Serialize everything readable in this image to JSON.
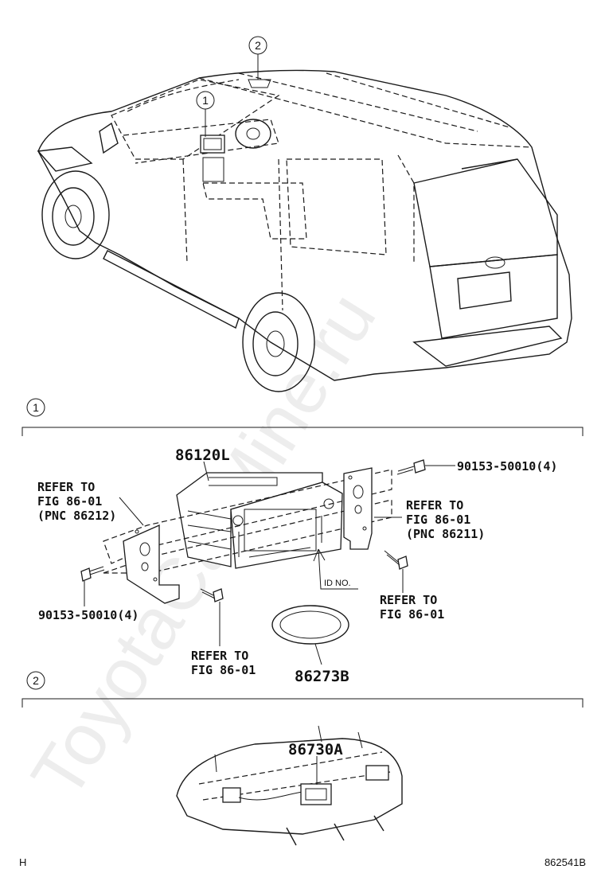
{
  "callouts": {
    "top_section_1": "1",
    "top_section_2": "2",
    "section_1": "1",
    "section_2": "2"
  },
  "section1": {
    "part_main": "86120L",
    "refer_left": [
      "REFER TO",
      "FIG 86-01",
      "(PNC 86212)"
    ],
    "refer_right": [
      "REFER TO",
      "FIG 86-01",
      "(PNC 86211)"
    ],
    "screw_right": "90153-50010(4)",
    "screw_left": "90153-50010(4)",
    "refer_bottom_right": [
      "REFER TO",
      "FIG 86-01"
    ],
    "refer_bottom_left": [
      "REFER TO",
      "FIG 86-01"
    ],
    "id_no": "ID NO.",
    "part_ring": "86273B"
  },
  "section2": {
    "part_main": "86730A"
  },
  "footer": {
    "left_code": "H",
    "diagram_id": "862541B"
  },
  "watermark": "ToyotaCarMine.ru"
}
